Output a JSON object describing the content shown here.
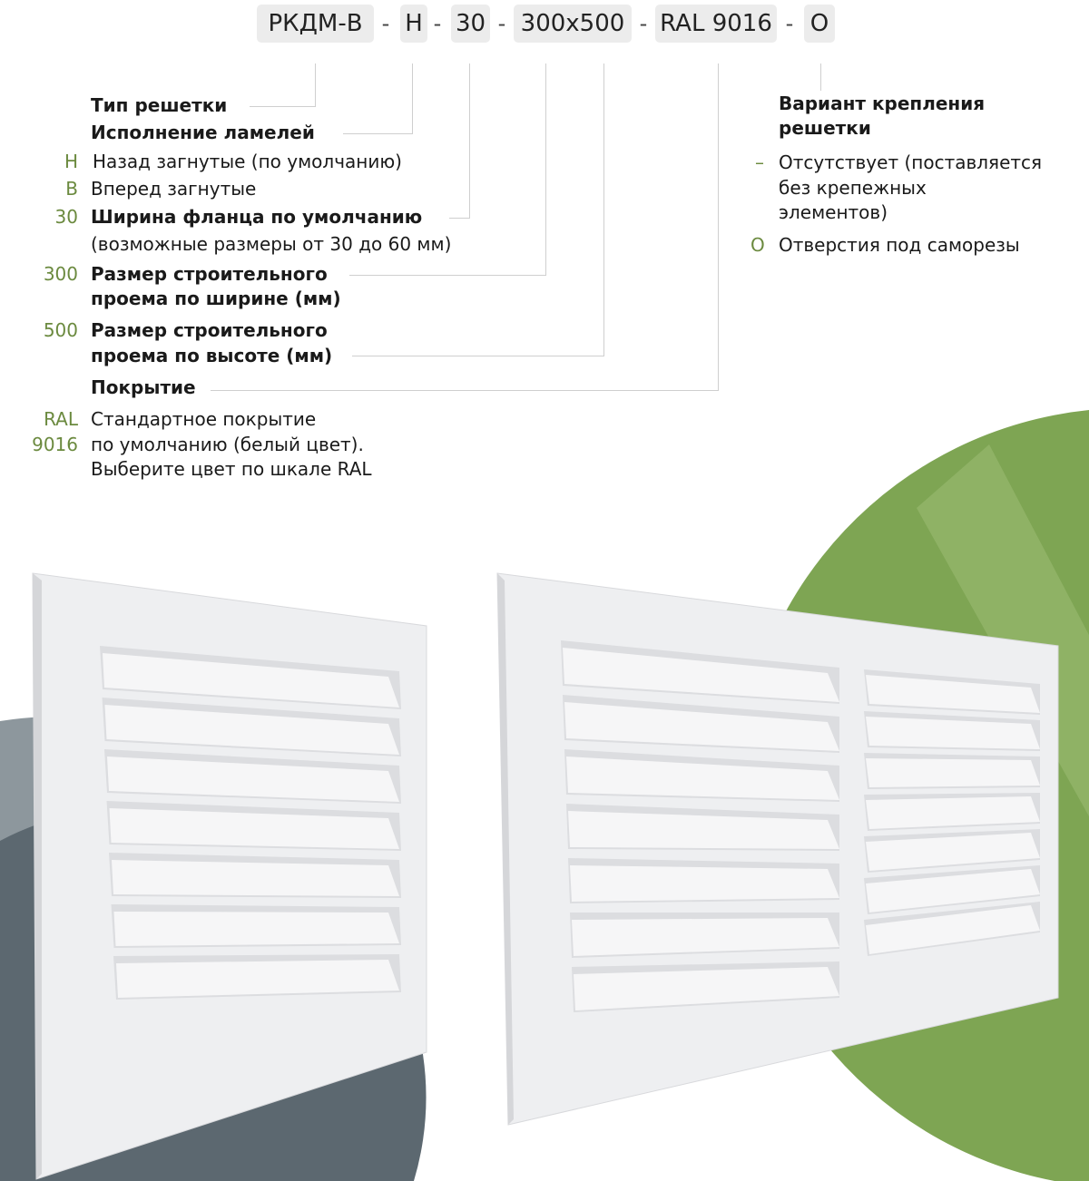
{
  "code": {
    "parts": [
      "РКДМ-В",
      "Н",
      "30",
      "300x500",
      "RAL 9016",
      "О"
    ],
    "separator": "-"
  },
  "left": {
    "type_title": "Тип решетки",
    "lamella_title": "Исполнение ламелей",
    "lamella_options": [
      {
        "code": "Н",
        "text": "Назад загнутые (по умолчанию)"
      },
      {
        "code": "В",
        "text": "Вперед загнутые"
      }
    ],
    "flange": {
      "code": "30",
      "title": "Ширина фланца по умолчанию",
      "note": "(возможные размеры от 30 до 60 мм)"
    },
    "width": {
      "code": "300",
      "line1": "Размер строительного",
      "line2": "проема по ширине (мм)"
    },
    "height": {
      "code": "500",
      "line1": "Размер строительного",
      "line2": "проема по высоте (мм)"
    },
    "coating_title": "Покрытие",
    "coating": {
      "code1": "RAL",
      "code2": "9016",
      "line1": "Стандартное покрытие",
      "line2": "по умолчанию (белый цвет).",
      "line3": "Выберите цвет по шкале RAL"
    }
  },
  "right": {
    "title1": "Вариант крепления",
    "title2": "решетки",
    "options": [
      {
        "code": "–",
        "line1": "Отсутствует (поставляется",
        "line2": "без крепежных",
        "line3": "элементов)"
      },
      {
        "code": "О",
        "line1": "Отверстия под саморезы"
      }
    ]
  },
  "colors": {
    "accent": "#6b8a3f",
    "green_bg": "#7ea553",
    "slate": "#5c6870"
  }
}
